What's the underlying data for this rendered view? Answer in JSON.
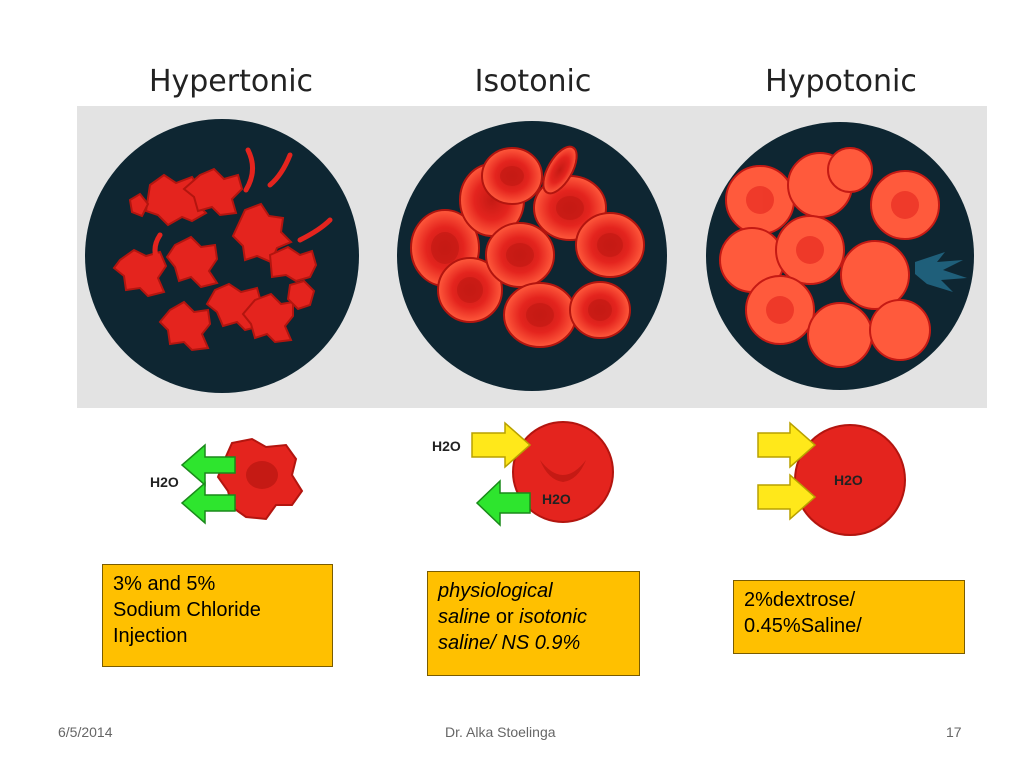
{
  "titles": {
    "hypertonic": "Hypertonic",
    "isotonic": "Isotonic",
    "hypotonic": "Hypotonic"
  },
  "water_label": "H2O",
  "colors": {
    "dish": "#0e2632",
    "cell_red": "#e4241e",
    "cell_light": "#ff5a3c",
    "cell_dark": "#b3150f",
    "arrow_green": "#2ee52e",
    "arrow_yellow": "#ffe81a",
    "box_fill": "#ffc000",
    "panel": "#e3e3e3"
  },
  "boxes": {
    "hypertonic": {
      "line1": "3% and 5%",
      "line2": "Sodium Chloride",
      "line3": "Injection"
    },
    "isotonic": {
      "line1": "physiological",
      "line2_italic": "saline",
      "line2_normal": " or ",
      "line2_italic2": "isotonic",
      "line3": "saline/ NS 0.9%"
    },
    "hypotonic": {
      "line1": "2%dextrose/",
      "line2": "0.45%Saline/"
    }
  },
  "footer": {
    "date": "6/5/2014",
    "author": "Dr. Alka Stoelinga",
    "page": "17"
  }
}
